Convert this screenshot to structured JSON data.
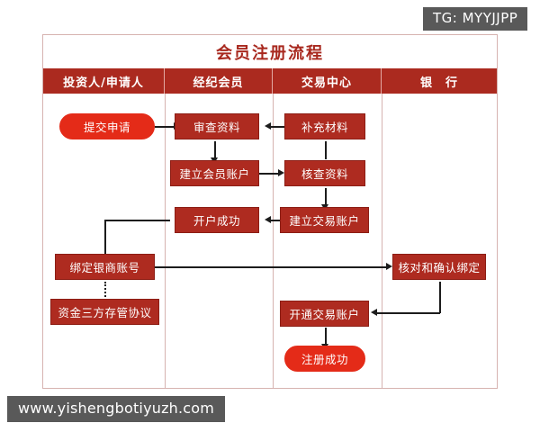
{
  "corner_tag": "TG: MYYJJPP",
  "watermark": "www.yishengbotiyuzh.com",
  "chart": {
    "title": "会员注册流程",
    "columns": [
      {
        "label": "投资人/申请人"
      },
      {
        "label": "经纪会员"
      },
      {
        "label": "交易中心"
      },
      {
        "label": "银　行"
      }
    ],
    "nodes": [
      {
        "id": "submit",
        "label": "提交申请",
        "shape": "pill",
        "lane": 0
      },
      {
        "id": "review",
        "label": "审查资料",
        "shape": "rect",
        "lane": 1
      },
      {
        "id": "supplement",
        "label": "补充材料",
        "shape": "rect",
        "lane": 2
      },
      {
        "id": "create_member",
        "label": "建立会员账户",
        "shape": "rect",
        "lane": 1
      },
      {
        "id": "verify_docs",
        "label": "核查资料",
        "shape": "rect",
        "lane": 2
      },
      {
        "id": "open_success",
        "label": "开户成功",
        "shape": "rect",
        "lane": 1
      },
      {
        "id": "create_trade",
        "label": "建立交易账户",
        "shape": "rect",
        "lane": 2
      },
      {
        "id": "bind_bank",
        "label": "绑定银商账号",
        "shape": "rect",
        "lane": 0
      },
      {
        "id": "confirm_bind",
        "label": "核对和确认绑定",
        "shape": "rect",
        "lane": 3
      },
      {
        "id": "custody",
        "label": "资金三方存管协议",
        "shape": "rect",
        "lane": 0
      },
      {
        "id": "enable_trade",
        "label": "开通交易账户",
        "shape": "rect",
        "lane": 2
      },
      {
        "id": "registered",
        "label": "注册成功",
        "shape": "pill",
        "lane": 2
      }
    ],
    "edges": [
      {
        "from": "submit",
        "to": "review",
        "style": "solid"
      },
      {
        "from": "supplement",
        "to": "review",
        "style": "solid"
      },
      {
        "from": "review",
        "to": "create_member",
        "style": "solid"
      },
      {
        "from": "create_member",
        "to": "verify_docs",
        "style": "solid"
      },
      {
        "from": "supplement",
        "to": "verify_docs",
        "style": "solid"
      },
      {
        "from": "verify_docs",
        "to": "create_trade",
        "style": "solid"
      },
      {
        "from": "create_trade",
        "to": "open_success",
        "style": "solid"
      },
      {
        "from": "open_success",
        "to": "bind_bank",
        "style": "solid"
      },
      {
        "from": "bind_bank",
        "to": "confirm_bind",
        "style": "solid"
      },
      {
        "from": "bind_bank",
        "to": "custody",
        "style": "dotted"
      },
      {
        "from": "confirm_bind",
        "to": "enable_trade",
        "style": "solid"
      },
      {
        "from": "enable_trade",
        "to": "registered",
        "style": "solid"
      }
    ],
    "colors": {
      "rect_fill": "#AE2B20",
      "pill_fill": "#E42B18",
      "header_band": "#AB2A1F",
      "title_text": "#A8281E",
      "frame_border": "#D6B3B0",
      "connector": "#1C1C1C",
      "tag_bg": "#595959"
    }
  }
}
